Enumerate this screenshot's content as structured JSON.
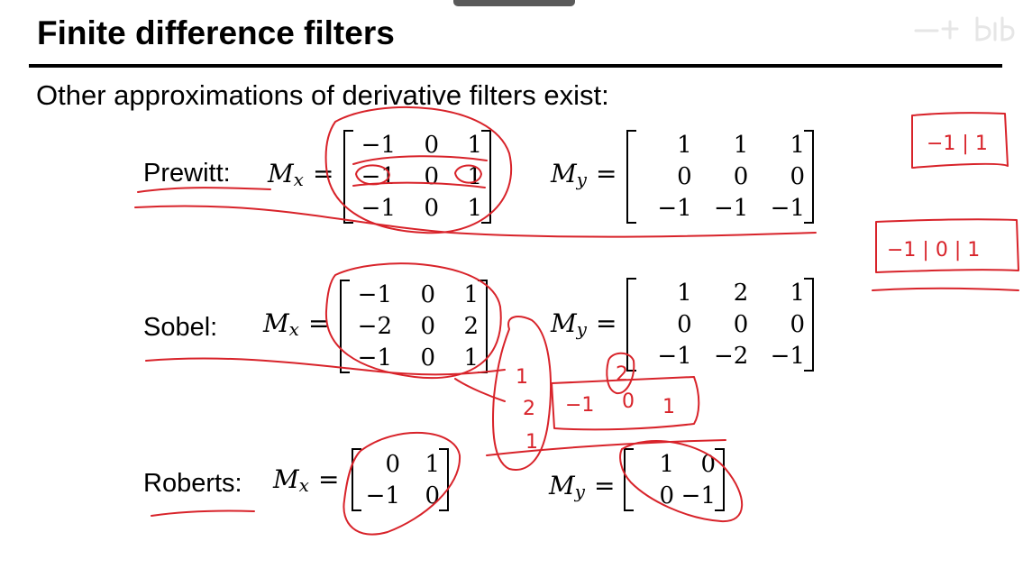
{
  "slide": {
    "title": "Finite difference filters",
    "subtitle": "Other approximations of derivative filters exist:"
  },
  "filters": [
    {
      "name": "Prewitt:",
      "mx_label": "M",
      "mx_sub": "x",
      "my_label": "M",
      "my_sub": "y",
      "eq": "=",
      "mx": [
        [
          "−1",
          "0",
          "1"
        ],
        [
          "−1",
          "0",
          "1"
        ],
        [
          "−1",
          "0",
          "1"
        ]
      ],
      "my": [
        [
          "1",
          "1",
          "1"
        ],
        [
          "0",
          "0",
          "0"
        ],
        [
          "−1",
          "−1",
          "−1"
        ]
      ]
    },
    {
      "name": "Sobel:",
      "mx_label": "M",
      "mx_sub": "x",
      "my_label": "M",
      "my_sub": "y",
      "eq": "=",
      "mx": [
        [
          "−1",
          "0",
          "1"
        ],
        [
          "−2",
          "0",
          "2"
        ],
        [
          "−1",
          "0",
          "1"
        ]
      ],
      "my": [
        [
          "1",
          "2",
          "1"
        ],
        [
          "0",
          "0",
          "0"
        ],
        [
          "−1",
          "−2",
          "−1"
        ]
      ]
    },
    {
      "name": "Roberts:",
      "mx_label": "M",
      "mx_sub": "x",
      "my_label": "M",
      "my_sub": "y",
      "eq": "=",
      "mx": [
        [
          "0",
          "1"
        ],
        [
          "−1",
          "0"
        ]
      ],
      "my": [
        [
          "1",
          "0"
        ],
        [
          "0",
          "−1"
        ]
      ]
    }
  ],
  "annotations": {
    "kernel_row": "−1 | 1",
    "kernel_row_3": "−1 | 0 | 1",
    "sobel_column": [
      "1",
      "2",
      "1"
    ],
    "sobel_row": [
      "−1",
      "0",
      "1"
    ],
    "sobel_circled": "2",
    "ink_color": "#d8232a"
  },
  "icons": {
    "watermark": "bilibili-logo"
  }
}
